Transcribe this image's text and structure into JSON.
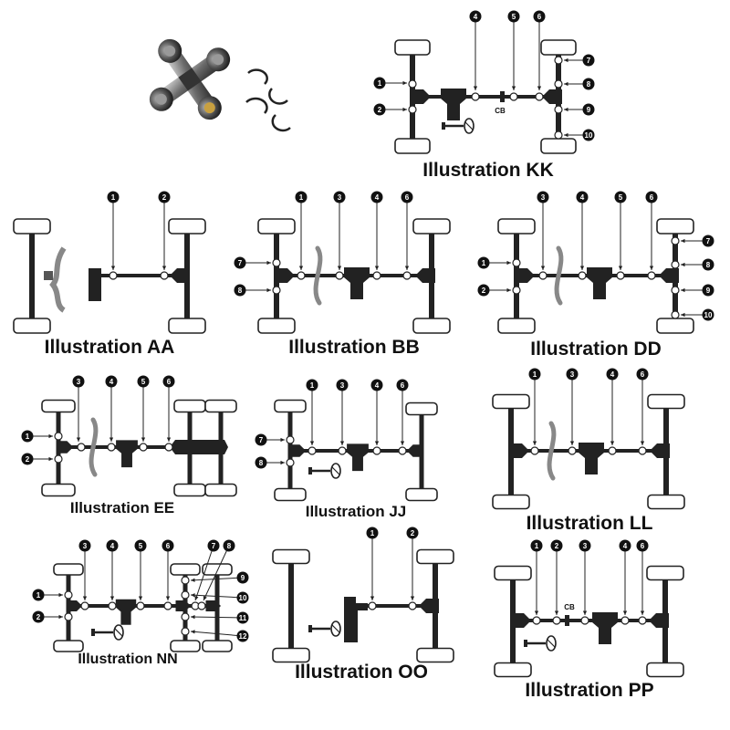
{
  "photo": {
    "name": "U-joint with snap rings"
  },
  "illustrations": [
    {
      "id": "KK",
      "title": "Illustration KK",
      "callouts": [
        "1",
        "2",
        "4",
        "5",
        "6",
        "7",
        "8",
        "9",
        "10"
      ],
      "cb_label": "CB"
    },
    {
      "id": "AA",
      "title": "Illustration AA",
      "callouts": [
        "1",
        "2"
      ]
    },
    {
      "id": "BB",
      "title": "Illustration BB",
      "callouts": [
        "1",
        "3",
        "4",
        "6",
        "7",
        "8"
      ]
    },
    {
      "id": "DD",
      "title": "Illustration DD",
      "callouts": [
        "1",
        "2",
        "3",
        "4",
        "5",
        "6",
        "7",
        "8",
        "9",
        "10"
      ]
    },
    {
      "id": "EE",
      "title": "Illustration EE",
      "callouts": [
        "1",
        "2",
        "3",
        "4",
        "5",
        "6"
      ]
    },
    {
      "id": "JJ",
      "title": "Illustration JJ",
      "callouts": [
        "1",
        "3",
        "4",
        "6",
        "7",
        "8"
      ]
    },
    {
      "id": "LL",
      "title": "Illustration LL",
      "callouts": [
        "1",
        "3",
        "4",
        "6"
      ]
    },
    {
      "id": "NN",
      "title": "Illustration NN",
      "callouts": [
        "1",
        "2",
        "3",
        "4",
        "5",
        "6",
        "7",
        "8",
        "9",
        "10",
        "11",
        "12"
      ]
    },
    {
      "id": "OO",
      "title": "Illustration OO",
      "callouts": [
        "1",
        "2"
      ]
    },
    {
      "id": "PP",
      "title": "Illustration PP",
      "callouts": [
        "1",
        "2",
        "3",
        "4",
        "6"
      ],
      "cb_label": "CB"
    }
  ]
}
